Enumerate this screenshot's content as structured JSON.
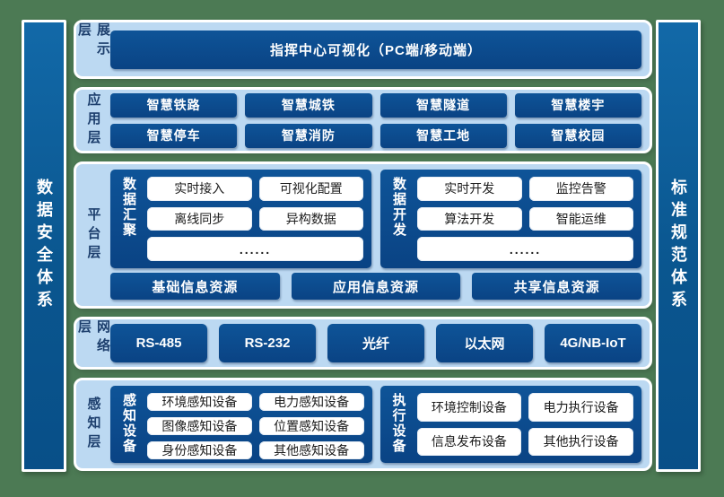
{
  "colors": {
    "background_green": "#4c7a54",
    "panel_light_blue": "#bcd9f2",
    "element_dark_blue": "#0c4f92",
    "sidebar_blue_top": "#1269a8",
    "sidebar_blue_bottom": "#084f88",
    "layer_label_navy": "#1d3f6d",
    "button_white": "#ffffff"
  },
  "side_bars": {
    "left": "数据安全体系",
    "right": "标准规范体系"
  },
  "layers": {
    "display": {
      "label": "展示层",
      "bar": "指挥中心可视化（PC端/移动端）"
    },
    "application": {
      "label": "应用层",
      "apps": [
        "智慧铁路",
        "智慧城铁",
        "智慧隧道",
        "智慧楼宇",
        "智慧停车",
        "智慧消防",
        "智慧工地",
        "智慧校园"
      ]
    },
    "platform": {
      "label": "平台层",
      "groups": [
        {
          "title": "数据汇聚",
          "items": [
            "实时接入",
            "可视化配置",
            "离线同步",
            "异构数据"
          ],
          "more": "......"
        },
        {
          "title": "数据开发",
          "items": [
            "实时开发",
            "监控告警",
            "算法开发",
            "智能运维"
          ],
          "more": "......"
        }
      ],
      "resources": [
        "基础信息资源",
        "应用信息资源",
        "共享信息资源"
      ]
    },
    "network": {
      "label": "网络层",
      "protocols": [
        "RS-485",
        "RS-232",
        "光纤",
        "以太网",
        "4G/NB-IoT"
      ]
    },
    "perception": {
      "label": "感知层",
      "groups": [
        {
          "title": "感知设备",
          "items": [
            "环境感知设备",
            "电力感知设备",
            "图像感知设备",
            "位置感知设备",
            "身份感知设备",
            "其他感知设备"
          ]
        },
        {
          "title": "执行设备",
          "items": [
            "环境控制设备",
            "电力执行设备",
            "信息发布设备",
            "其他执行设备"
          ]
        }
      ]
    }
  }
}
